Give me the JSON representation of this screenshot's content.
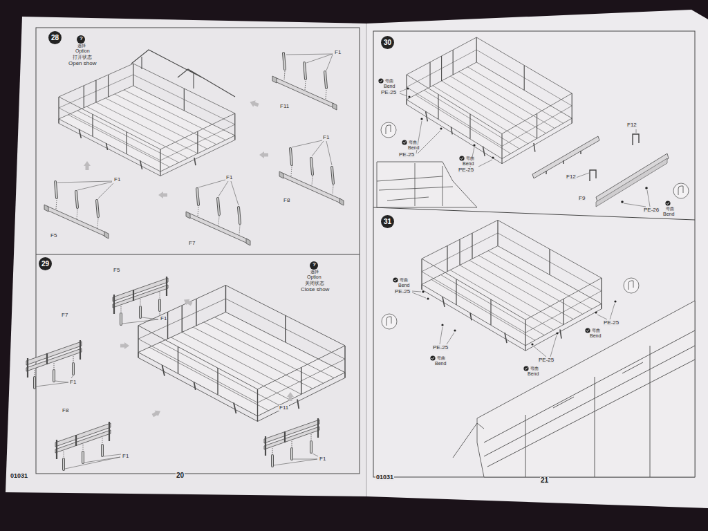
{
  "diagram": {
    "nodes": [
      {
        "text": [
          "28"
        ]
      },
      {
        "text": [
          "29"
        ]
      },
      {
        "text": [
          "30"
        ]
      },
      {
        "text": [
          "31"
        ]
      }
    ],
    "labels": [
      "?",
      "选择",
      "Option",
      "打开状态",
      "Open show",
      "F1",
      "F11",
      "F1",
      "F8",
      "F1",
      "F5",
      "F1",
      "F7",
      "?",
      "选择",
      "Option",
      "关闭状态",
      "Close show",
      "F5",
      "F1",
      "F7",
      "F1",
      "F8",
      "F1",
      "F11",
      "F1",
      "弯曲",
      "Bend",
      "PE-25",
      "弯曲",
      "Bend",
      "PE-25",
      "弯曲",
      "Bend",
      "PE-25",
      "F12",
      "F12",
      "F9",
      "PE-26",
      "弯曲",
      "Bend",
      "弯曲",
      "Bend",
      "PE-25",
      "PE-25",
      "弯曲",
      "Bend",
      "PE-25",
      "弯曲",
      "Bend",
      "PE-25",
      "弯曲",
      "Bend",
      "01031",
      "20",
      "01031",
      "21"
    ]
  }
}
